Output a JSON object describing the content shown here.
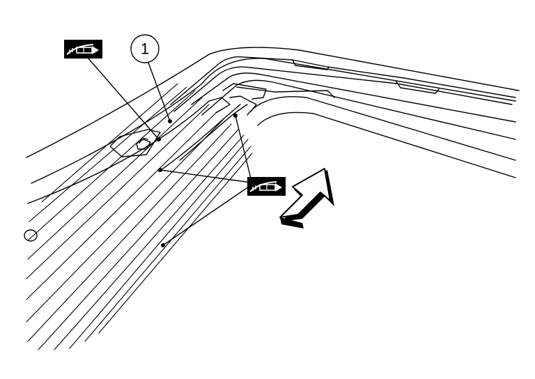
{
  "diagram": {
    "callout_number": "1",
    "icons": [
      {
        "id": "icon-a",
        "name": "sealant-application-icon"
      },
      {
        "id": "icon-b",
        "name": "sealant-application-icon"
      }
    ],
    "arrow": {
      "name": "installation-direction-arrow"
    },
    "colors": {
      "ink": "#000000",
      "paper": "#ffffff"
    }
  }
}
